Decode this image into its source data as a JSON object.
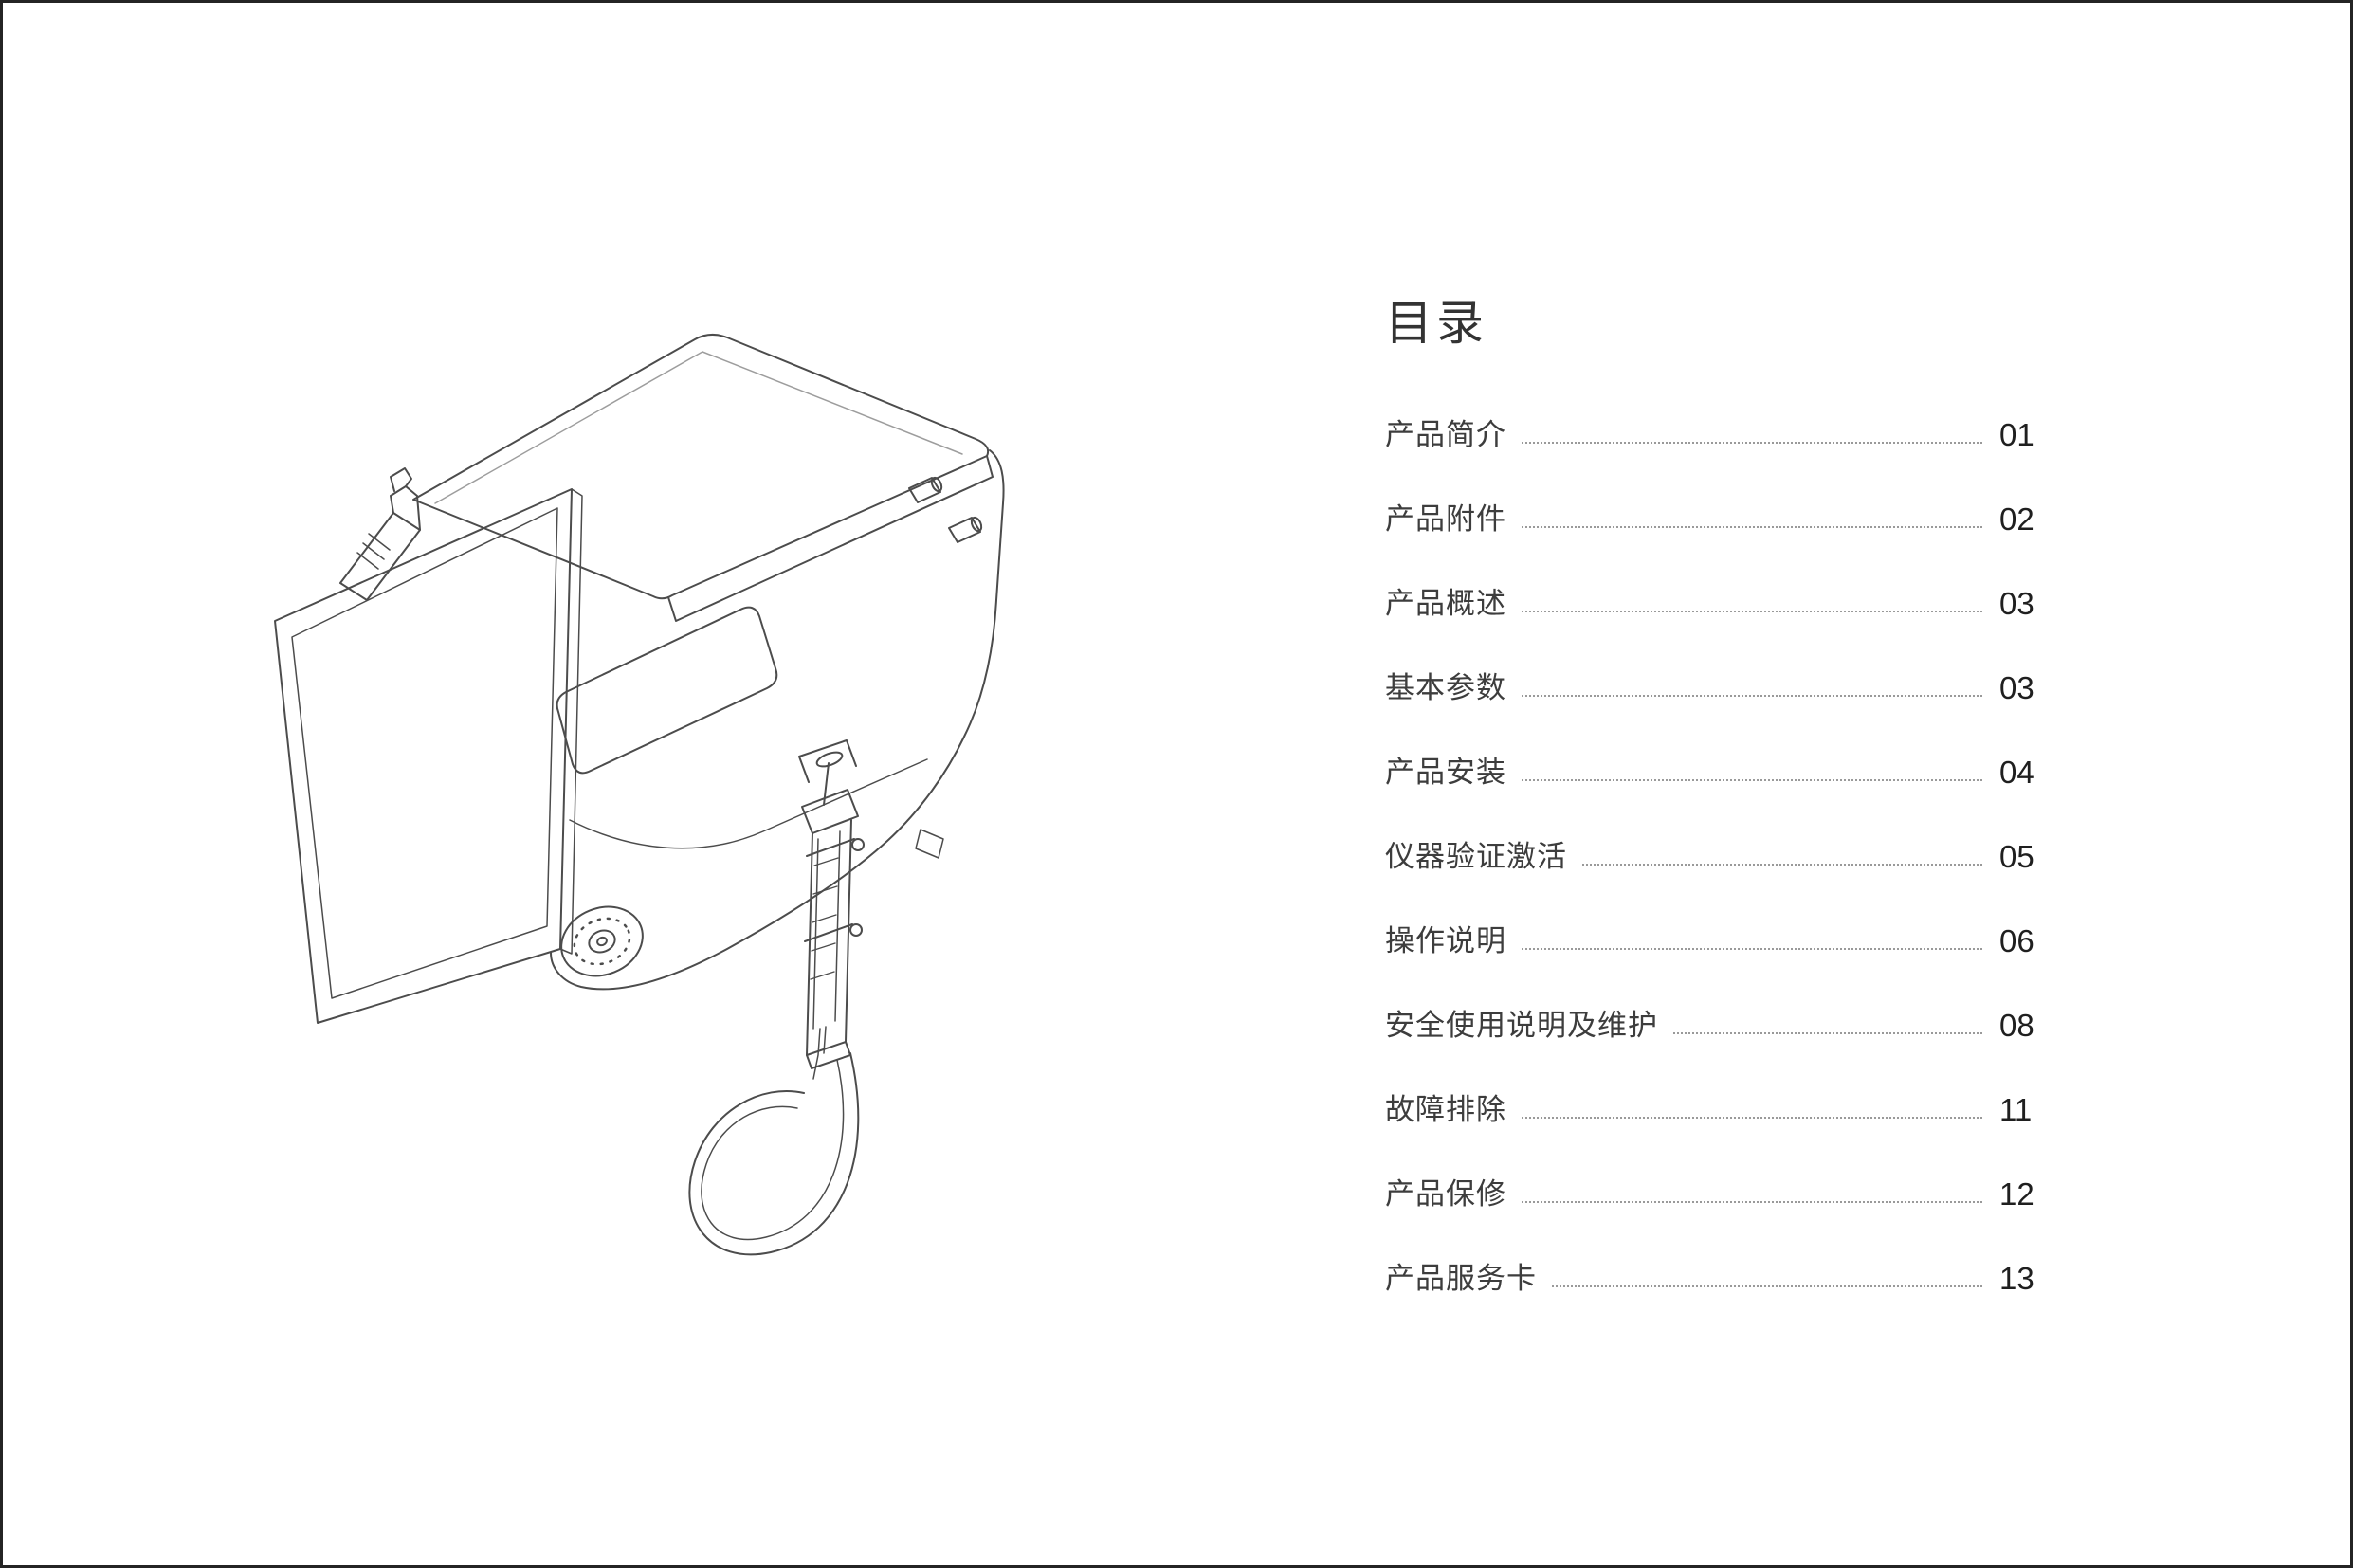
{
  "toc": {
    "title": "目录",
    "items": [
      {
        "label": "产品简介",
        "page": "01"
      },
      {
        "label": "产品附件",
        "page": "02"
      },
      {
        "label": "产品概述",
        "page": "03"
      },
      {
        "label": "基本参数",
        "page": "03"
      },
      {
        "label": "产品安装",
        "page": "04"
      },
      {
        "label": "仪器验证激活",
        "page": "05"
      },
      {
        "label": "操作说明",
        "page": "06"
      },
      {
        "label": "安全使用说明及维护",
        "page": "08"
      },
      {
        "label": "故障排除",
        "page": "11"
      },
      {
        "label": "产品保修",
        "page": "12"
      },
      {
        "label": "产品服务卡",
        "page": "13"
      }
    ]
  }
}
